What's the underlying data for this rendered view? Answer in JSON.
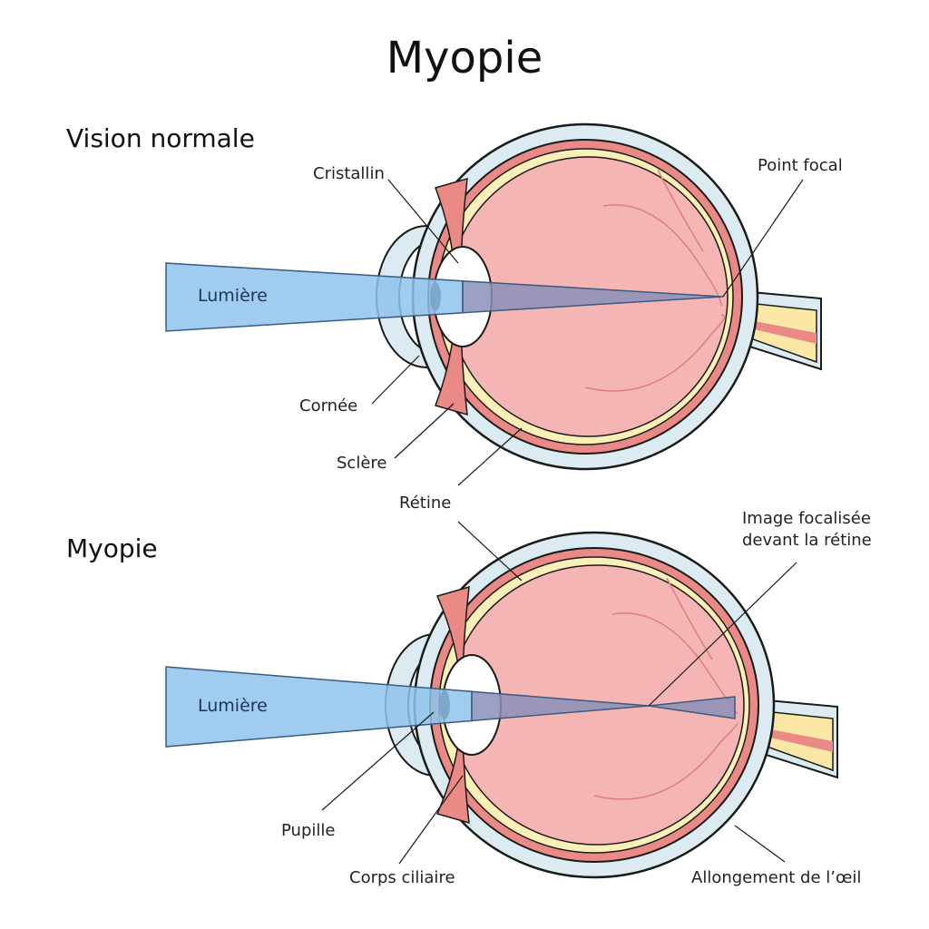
{
  "title": "Myopie",
  "sections": {
    "normal": {
      "heading": "Vision normale",
      "beam_label": "Lumière",
      "labels": {
        "cristallin": "Cristallin",
        "point_focal": "Point focal",
        "cornee": "Cornée",
        "sclere": "Sclère",
        "retine": "Rétine"
      }
    },
    "myopia": {
      "heading": "Myopie",
      "beam_label": "Lumière",
      "labels": {
        "image_focalisee_1": "Image focalisée",
        "image_focalisee_2": "devant la rétine",
        "pupille": "Pupille",
        "corps_ciliaire": "Corps ciliaire",
        "allongement": "Allongement de l’œil"
      }
    }
  },
  "colors": {
    "sclera": "#dcebf2",
    "choroid": "#e98a86",
    "retina": "#fbefb8",
    "vitreous": "#f6b5b5",
    "beam": "#8ec3ec",
    "beam_focus": "#8b8fb8",
    "nerve": "#fbe8a6"
  }
}
